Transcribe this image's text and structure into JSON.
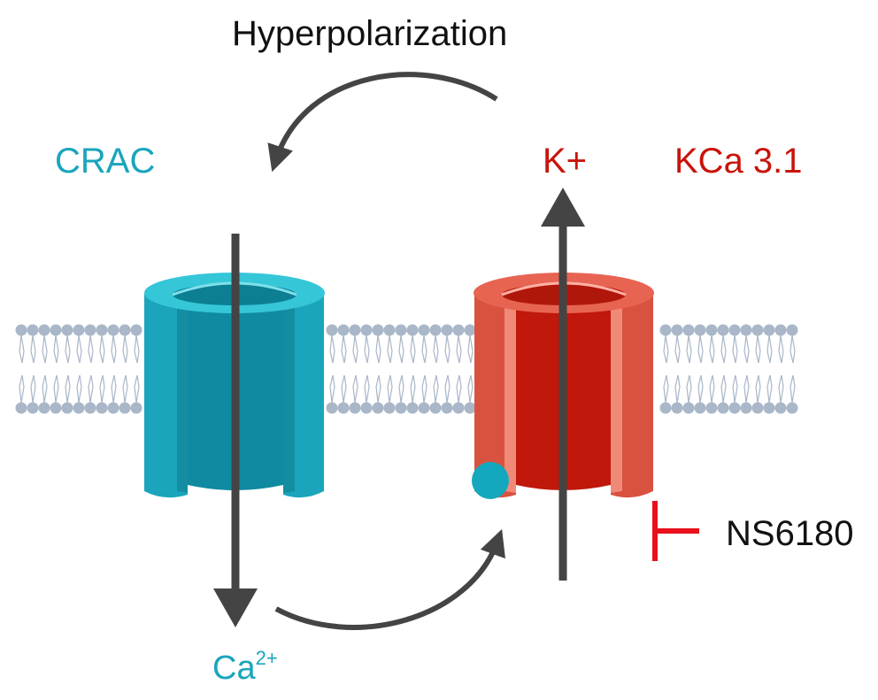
{
  "labels": {
    "hyperpolarization": "Hyperpolarization",
    "crac": "CRAC",
    "k_plus": "K+",
    "kca": "KCa 3.1",
    "ns6180": "NS6180",
    "calcium_base": "Ca",
    "calcium_charge": "2+"
  },
  "colors": {
    "crac_channel": "#1aa5bc",
    "crac_channel_dark": "#0f8aa0",
    "kca_channel": "#d9523f",
    "kca_channel_dark": "#c0180a",
    "membrane_head": "#a9b7c8",
    "arrow": "#444444",
    "inhibitor": "#e8111b",
    "calcium_dot": "#13a8bd",
    "text_dark": "#111111"
  }
}
